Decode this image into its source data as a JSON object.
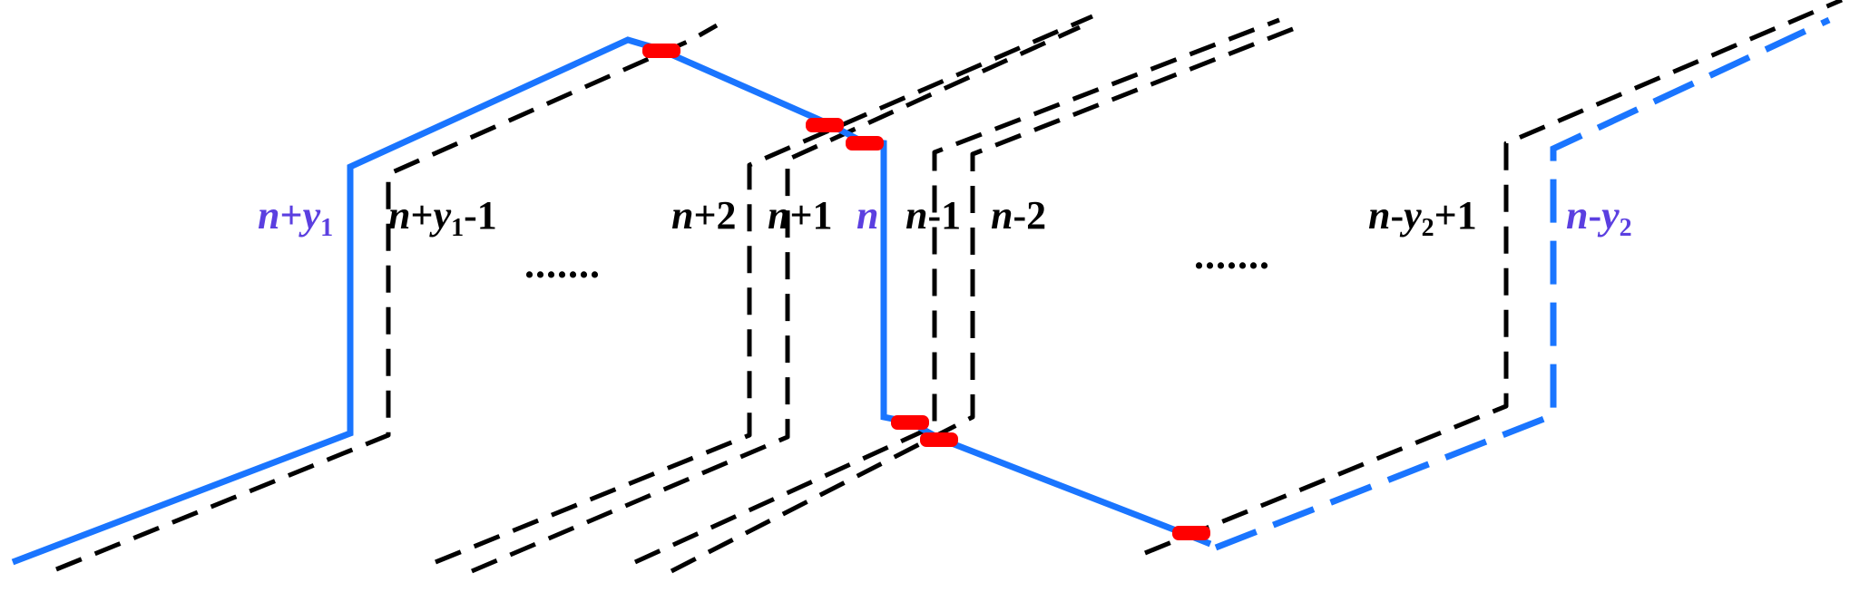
{
  "diagram": {
    "colors": {
      "highlight": "#1A75FF",
      "label_highlight": "#5B3FE0",
      "dashed": "#000000",
      "marker": "#FF0000"
    },
    "labels": {
      "n_plus_y1": {
        "var": "n",
        "op": "+",
        "sym": "y",
        "sub": "1",
        "suffix": ""
      },
      "n_plus_y1_minus_1": {
        "var": "n",
        "op": "+",
        "sym": "y",
        "sub": "1",
        "suffix": "-1"
      },
      "n_plus_2": {
        "var": "n",
        "suffix": "+2"
      },
      "n_plus_1": {
        "var": "n",
        "suffix": "+1"
      },
      "n": {
        "var": "n"
      },
      "n_minus_1": {
        "var": "n",
        "suffix": "-1"
      },
      "n_minus_2": {
        "var": "n",
        "suffix": "-2"
      },
      "n_minus_y2_plus_1": {
        "var": "n",
        "op": "-",
        "sym": "y",
        "sub": "2",
        "suffix": "+1"
      },
      "n_minus_y2": {
        "var": "n",
        "op": "-",
        "sym": "y",
        "sub": "2",
        "suffix": ""
      }
    },
    "ellipsis_left": ".......",
    "ellipsis_right": "......."
  }
}
